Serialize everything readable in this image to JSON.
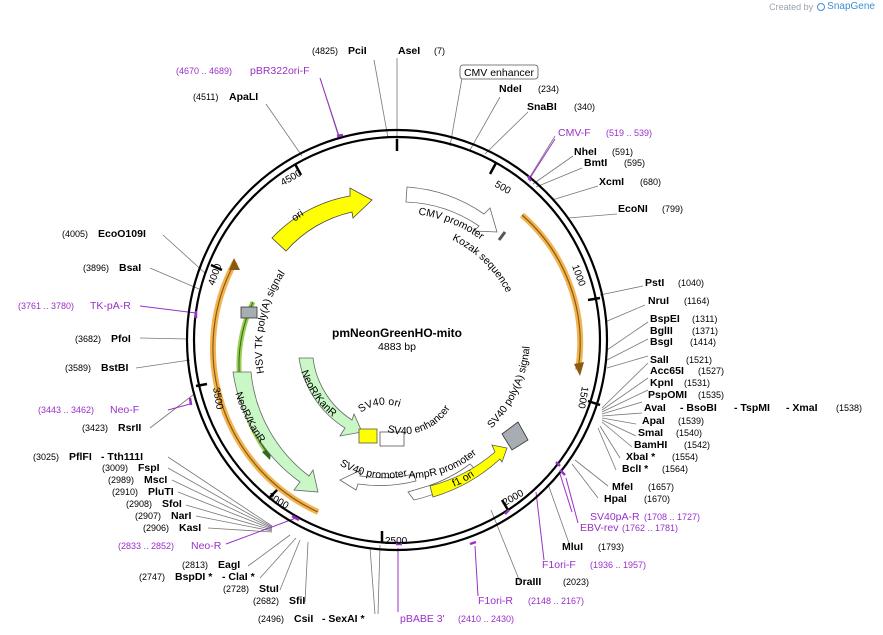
{
  "branding": {
    "created_by": "Created by",
    "app": "SnapGene"
  },
  "plasmid": {
    "name": "pmNeonGreenHO-mito",
    "size": "4883 bp"
  },
  "ticks": [
    "500",
    "1000",
    "1500",
    "2000",
    "2500",
    "3000",
    "3500",
    "4000",
    "4500"
  ],
  "enzymes": {
    "ase": "AseI",
    "ase_c": "(7)",
    "pci": "PciI",
    "pci_c": "(4825)",
    "apali": "ApaLI",
    "apali_c": "(4511)",
    "nde": "NdeI",
    "nde_c": "(234)",
    "snab": "SnaBI",
    "snab_c": "(340)",
    "nhe": "NheI",
    "nhe_c": "(591)",
    "bmt": "BmtI",
    "bmt_c": "(595)",
    "xcm": "XcmI",
    "xcm_c": "(680)",
    "econ": "EcoNI",
    "econ_c": "(799)",
    "pst": "PstI",
    "pst_c": "(1040)",
    "nru": "NruI",
    "nru_c": "(1164)",
    "bspe": "BspEI",
    "bspe_c": "(1311)",
    "bgl": "BglII",
    "bgl_c": "(1371)",
    "bsg": "BsgI",
    "bsg_c": "(1414)",
    "sal": "SalI",
    "sal_c": "(1521)",
    "acc": "Acc65I",
    "acc_c": "(1527)",
    "kpn": "KpnI",
    "kpn_c": "(1531)",
    "pspom": "PspOMI",
    "pspom_c": "(1535)",
    "ava": "AvaI",
    "bsobi": "- BsoBI",
    "tspmi": "- TspMI",
    "xma": "- XmaI",
    "ava_c": "(1538)",
    "apa": "ApaI",
    "apa_c": "(1539)",
    "sma": "SmaI",
    "sma_c": "(1540)",
    "bamh": "BamHI",
    "bamh_c": "(1542)",
    "xba": "XbaI *",
    "xba_c": "(1554)",
    "bcl": "BclI *",
    "bcl_c": "(1564)",
    "mfe": "MfeI",
    "mfe_c": "(1657)",
    "hpa": "HpaI",
    "hpa_c": "(1670)",
    "mlu": "MluI",
    "mlu_c": "(1793)",
    "dra3": "DraIII",
    "dra3_c": "(2023)",
    "eco109": "EcoO109I",
    "eco109_c": "(4005)",
    "bsa": "BsaI",
    "bsa_c": "(3896)",
    "pfo": "PfoI",
    "pfo_c": "(3682)",
    "bstb": "BstBI",
    "bstb_c": "(3589)",
    "rsr": "RsrII",
    "rsr_c": "(3423)",
    "pflfi_c": "(3025)",
    "pflfi": "PflFI",
    "tth": "- Tth111I",
    "fsp_c": "(3009)",
    "fsp": "FspI",
    "msc_c": "(2989)",
    "msc": "MscI",
    "plut_c": "(2910)",
    "plut": "PluTI",
    "sfo_c": "(2908)",
    "sfo": "SfoI",
    "nar_c": "(2907)",
    "nar": "NarI",
    "kas_c": "(2906)",
    "kas": "KasI",
    "eag_c": "(2813)",
    "eag": "EagI",
    "bspd_c": "(2747)",
    "bspd": "BspDI *",
    "cla": "- ClaI *",
    "stu_c": "(2728)",
    "stu": "StuI",
    "sfi_c": "(2682)",
    "sfi": "SfiI",
    "csi_c": "(2496)",
    "csi": "CsiI",
    "sexa": "- SexAI *"
  },
  "primers": {
    "pbr": "pBR322ori-F",
    "pbr_c": "(4670 .. 4689)",
    "cmvf": "CMV-F",
    "cmvf_c": "(519 .. 539)",
    "tkpa": "TK-pA-R",
    "tkpa_c": "(3761 .. 3780)",
    "neof": "Neo-F",
    "neof_c": "(3443 .. 3462)",
    "neor": "Neo-R",
    "neor_c": "(2833 .. 2852)",
    "sv40pa": "SV40pA-R",
    "sv40pa_c": "(1708 .. 1727)",
    "ebv": "EBV-rev",
    "ebv_c": "(1762 .. 1781)",
    "f1f": "F1ori-F",
    "f1f_c": "(1936 .. 1957)",
    "f1r": "F1ori-R",
    "f1r_c": "(2148 .. 2167)",
    "pbabe": "pBABE 3'",
    "pbabe_c": "(2410 .. 2430)"
  },
  "features": {
    "cmv_enh": "CMV enhancer",
    "cmv_prom": "CMV promoter",
    "kozak": "Kozak sequence",
    "ori": "ori",
    "hsvtk": "HSV TK poly(A) signal",
    "neokan": "NeoR/KanR",
    "sv40ori": "SV40 ori",
    "sv40enh": "SV40 enhancer",
    "sv40prom": "SV40 promoter",
    "ampr": "AmpR promoter",
    "f1ori": "f1 ori",
    "sv40polya": "SV40 poly(A) signal"
  },
  "colors": {
    "ori": "#ffff00",
    "neo": "#c9f7c5",
    "f1ori": "#ffff00",
    "orf": "#f2b450",
    "orf_line": "#8a5a12",
    "neo_orf": "#9ccc50",
    "grey": "#a8acb3",
    "primer": "#9a30c8",
    "promoter": "#ffffff",
    "backbone": "#000000"
  }
}
